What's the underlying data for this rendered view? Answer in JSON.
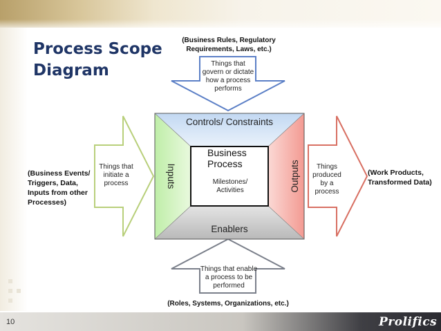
{
  "slide": {
    "title": "Process Scope Diagram",
    "page_number": "10",
    "brand": "Prolifics"
  },
  "controls": {
    "examples": "(Business Rules, Regulatory Requirements, Laws, etc.)",
    "description": "Things that govern or dictate how a process performs",
    "panel_label": "Controls/ Constraints"
  },
  "inputs": {
    "examples": "(Business Events/ Triggers, Data, Inputs from other Processes)",
    "description": "Things that initiate a process",
    "panel_label": "Inputs"
  },
  "process": {
    "title": "Business Process",
    "subtitle": "Milestones/ Activities"
  },
  "outputs": {
    "examples": "(Work Products, Transformed Data)",
    "description": "Things produced by a process",
    "panel_label": "Outputs"
  },
  "enablers": {
    "panel_label": "Enablers",
    "description": "Things that enable a process to be performed",
    "examples": "(Roles, Systems, Organizations, etc.)"
  },
  "colors": {
    "title": "#1f3566",
    "controls_panel": "#c9dcf3",
    "inputs_panel": "#c9f0b4",
    "outputs_panel": "#f6a9a2",
    "enablers_panel": "#cfcfcf",
    "controls_arrow": "#5b7fc6",
    "inputs_arrow": "#b8cf7a",
    "outputs_arrow": "#d86f62",
    "enablers_arrow": "#7a7f8a"
  }
}
